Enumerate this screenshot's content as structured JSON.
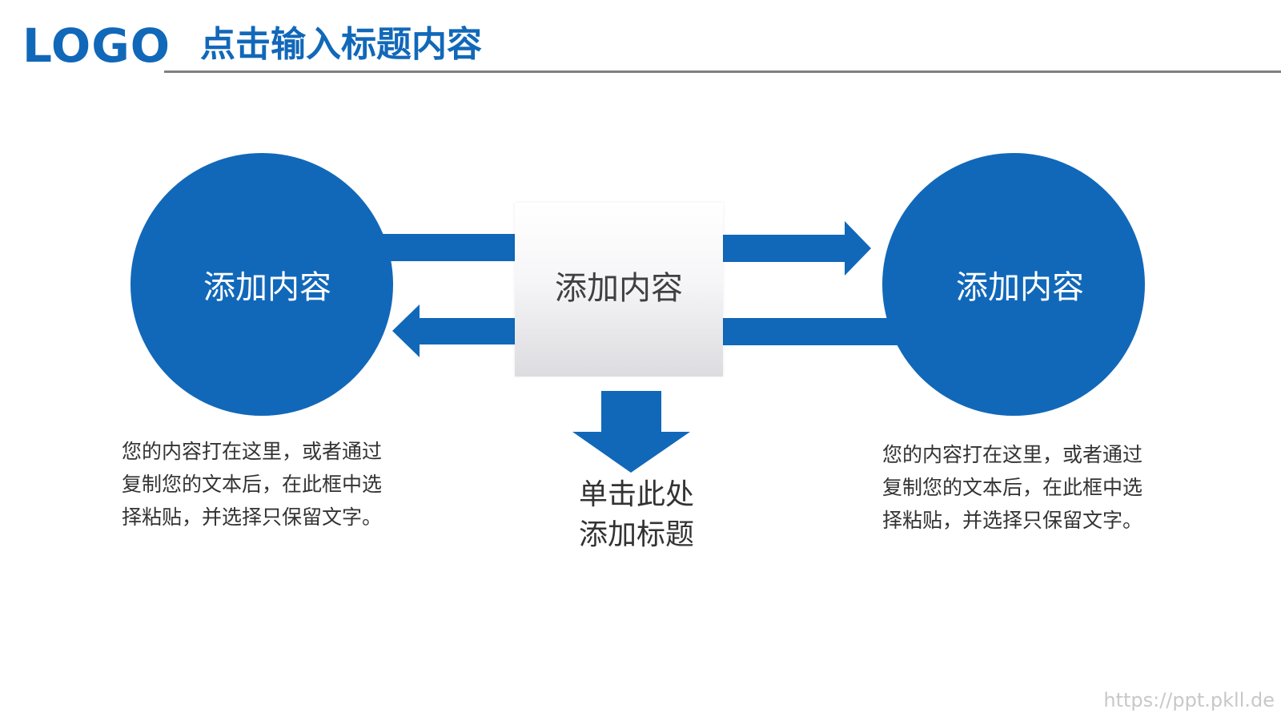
{
  "header": {
    "logo": "LOGO",
    "title": "点击输入标题内容"
  },
  "diagram": {
    "left_circle_label": "添加内容",
    "right_circle_label": "添加内容",
    "center_box_label": "添加内容",
    "bottom_title_line1": "单击此处",
    "bottom_title_line2": "添加标题",
    "left_description": [
      "您的内容打在这里，或者通过",
      "复制您的文本后，在此框中选",
      "择粘贴，并选择只保留文字。"
    ],
    "right_description": [
      "您的内容打在这里，或者通过",
      "复制您的文本后，在此框中选",
      "择粘贴，并选择只保留文字。"
    ]
  },
  "watermark": "https://ppt.pkll.de",
  "colors": {
    "accent": "#1168b9",
    "rule": "#808080",
    "text": "#333333"
  }
}
